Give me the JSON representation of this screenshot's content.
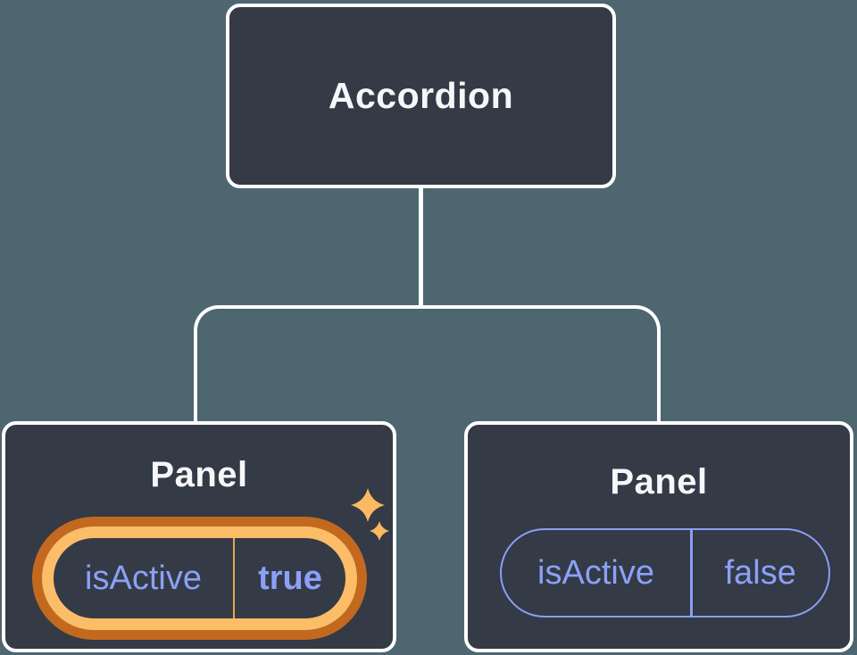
{
  "colors": {
    "background": "#4D6670",
    "node_fill": "#343A46",
    "node_border": "#FFFFFF",
    "connector": "#FFFFFF",
    "title_text": "#F6F7F9",
    "prop_text": "#8BA1F8",
    "highlight_ring_outer": "#C2691F",
    "highlight_ring_inner": "#FBBD67",
    "highlight_divider": "#E7A94F",
    "sparkle": "#FBB962"
  },
  "tree": {
    "root": {
      "label": "Accordion"
    },
    "children": [
      {
        "label": "Panel",
        "prop": {
          "name": "isActive",
          "value": "true"
        },
        "highlighted": true
      },
      {
        "label": "Panel",
        "prop": {
          "name": "isActive",
          "value": "false"
        },
        "highlighted": false
      }
    ]
  },
  "icons": {
    "sparkles": "two four-pointed stars"
  }
}
